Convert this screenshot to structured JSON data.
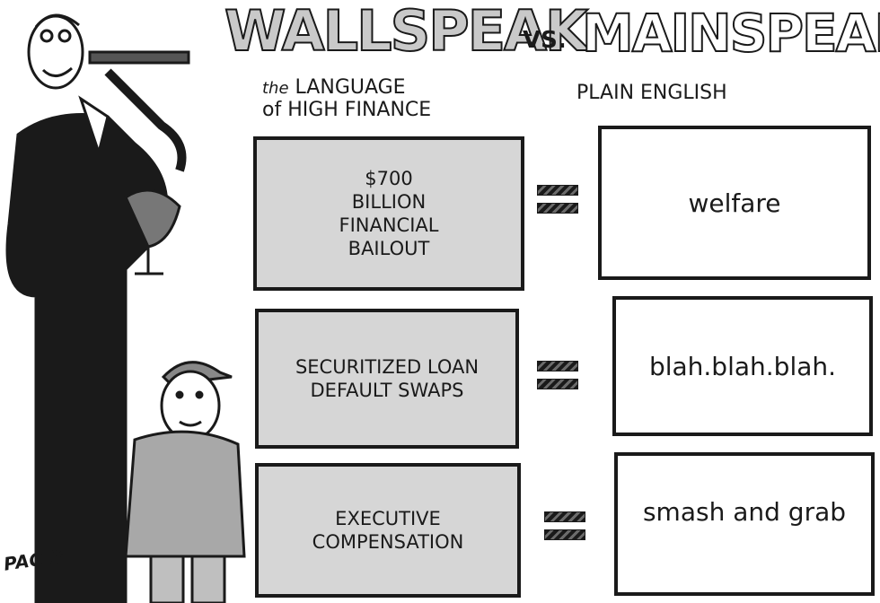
{
  "header": {
    "left_title": "WALLSPEAK",
    "vs": "VS.",
    "right_title": "MAINSPEAK",
    "left_subtitle_small": "the",
    "left_subtitle_line1": "LANGUAGE",
    "left_subtitle_line2": "of HIGH FINANCE",
    "right_subtitle": "PLAIN ENGLISH"
  },
  "rows": [
    {
      "wall": [
        "$700",
        "BILLION",
        "FINANCIAL",
        "BAILOUT"
      ],
      "main": "welfare"
    },
    {
      "wall": [
        "SECURITIZED LOAN",
        "DEFAULT SWAPS"
      ],
      "main": "blah.blah.blah."
    },
    {
      "wall": [
        "EXECUTIVE",
        "COMPENSATION"
      ],
      "main": "smash and grab"
    }
  ],
  "signature": "PAGLY",
  "colors": {
    "ink": "#1a1a1a",
    "gray_box": "#d6d6d6",
    "paper": "#ffffff"
  }
}
